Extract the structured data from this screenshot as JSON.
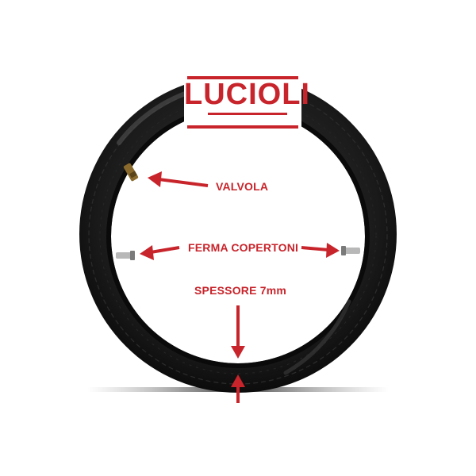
{
  "brand": {
    "logo_text": "LUCIOLI"
  },
  "labels": {
    "valve": "VALVOLA",
    "tire_lock": "FERMA COPERTONI",
    "thickness": "SPESSORE 7mm"
  },
  "colors": {
    "accent": "#c8242b",
    "rubber": "#141414",
    "background": "#ffffff"
  }
}
